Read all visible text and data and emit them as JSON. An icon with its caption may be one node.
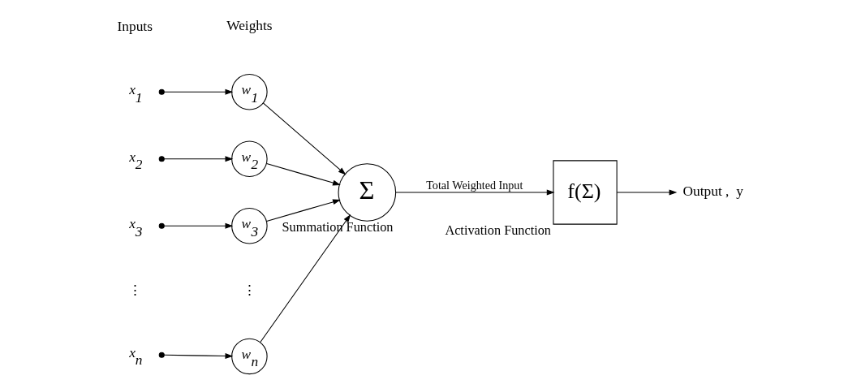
{
  "diagram": {
    "nodes": [
      {
        "text": [
          "x$_{1}$"
        ]
      },
      {
        "text": [
          "w$_{1}$"
        ]
      },
      {
        "text": [
          "x$_{2}$"
        ]
      },
      {
        "text": [
          "w$_{2}$"
        ]
      },
      {
        "text": [
          "x$_{3}$"
        ]
      },
      {
        "text": [
          "w$_{3}$"
        ]
      },
      {
        "text": [
          "x$_{n}$"
        ]
      },
      {
        "text": [
          "w$_{n}$"
        ]
      },
      {
        "text": [
          "Σ"
        ],
        "beside": [
          "Summation Function"
        ]
      },
      {
        "text": [
          "f(Σ)"
        ],
        "beside": [
          "Activation Function"
        ]
      },
      {
        "text": [
          "Output ,  y"
        ]
      }
    ],
    "edges": [
      {
        "from": 0,
        "to": 1,
        "arrow": "to"
      },
      {
        "from": 2,
        "to": 3,
        "arrow": "to"
      },
      {
        "from": 4,
        "to": 5,
        "arrow": "to"
      },
      {
        "from": 6,
        "to": 7,
        "arrow": "to"
      },
      {
        "from": 1,
        "to": 8,
        "arrow": "to"
      },
      {
        "from": 3,
        "to": 8,
        "arrow": "to"
      },
      {
        "from": 5,
        "to": 8,
        "arrow": "to"
      },
      {
        "from": 7,
        "to": 8,
        "arrow": "to"
      },
      {
        "from": 8,
        "to": 9,
        "arrow": "to",
        "label": "Total Weighted Input"
      },
      {
        "from": 9,
        "to": 10,
        "arrow": "to"
      }
    ],
    "labels": [
      "Inputs",
      "Weights",
      "⋮",
      "⋮"
    ]
  }
}
